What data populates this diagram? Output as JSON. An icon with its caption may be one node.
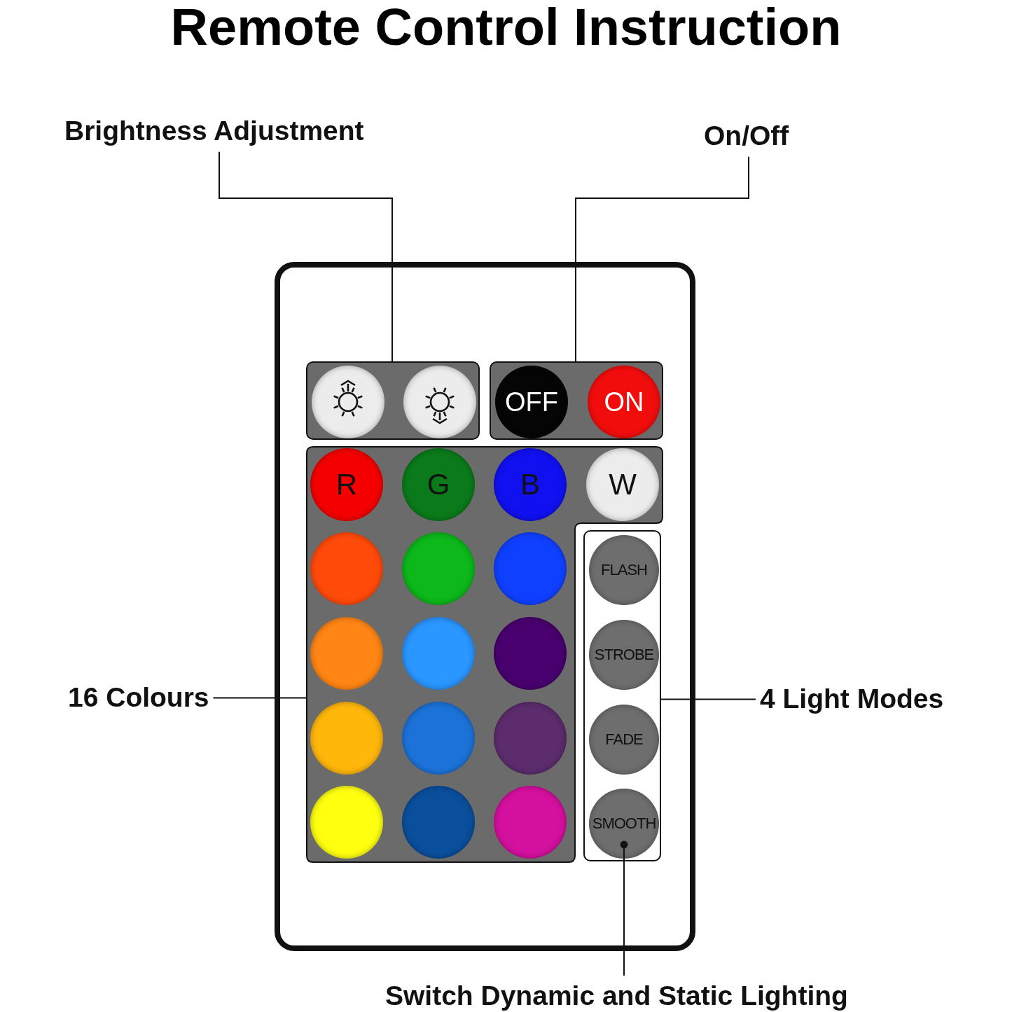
{
  "diagram": {
    "title": "Remote Control Instruction",
    "nodes": [
      {
        "text": [
          "Brightness Adjustment"
        ]
      },
      {
        "text": [
          "On/Off"
        ]
      },
      {
        "text": [],
        "shape": "box"
      },
      {
        "text": [],
        "shape": "circle",
        "in": 2
      },
      {
        "text": [],
        "shape": "circle",
        "in": 2
      },
      {
        "text": [],
        "shape": "box"
      },
      {
        "text": [
          "OFF"
        ],
        "in": 5
      },
      {
        "text": [
          "ON"
        ],
        "in": 5
      },
      {
        "text": [],
        "shape": "box"
      },
      {
        "text": [
          "R"
        ],
        "in": 8
      },
      {
        "text": [
          "G"
        ],
        "in": 8
      },
      {
        "text": [
          "B"
        ],
        "in": 8
      },
      {
        "text": [
          "W"
        ],
        "in": 8
      },
      {
        "text": [],
        "shape": "circle",
        "in": 8
      },
      {
        "text": [],
        "shape": "circle",
        "in": 8
      },
      {
        "text": [],
        "shape": "circle",
        "in": 8
      },
      {
        "text": [],
        "shape": "circle",
        "in": 8
      },
      {
        "text": [],
        "shape": "circle",
        "in": 8
      },
      {
        "text": [],
        "shape": "circle",
        "in": 8
      },
      {
        "text": [],
        "shape": "circle",
        "in": 8
      },
      {
        "text": [],
        "shape": "circle",
        "in": 8
      },
      {
        "text": [],
        "shape": "circle",
        "in": 8
      },
      {
        "text": [],
        "shape": "circle",
        "in": 8
      },
      {
        "text": [],
        "shape": "circle",
        "in": 8
      },
      {
        "text": [],
        "shape": "circle",
        "in": 8
      },
      {
        "text": [
          "16 Colours"
        ]
      },
      {
        "text": [],
        "shape": "box"
      },
      {
        "text": [
          "FLASH"
        ],
        "in": 26
      },
      {
        "text": [
          "STROBE"
        ],
        "in": 26
      },
      {
        "text": [
          "FADE"
        ],
        "in": 26
      },
      {
        "text": [
          "SMOOTH"
        ],
        "in": 26
      },
      {
        "text": [
          "4 Light Modes"
        ]
      },
      {
        "text": [
          "Switch Dynamic and Static Lighting"
        ]
      }
    ],
    "edges": [
      {
        "from": 0,
        "to": 2,
        "arrow": "none"
      },
      {
        "from": 1,
        "to": 5,
        "arrow": "none"
      },
      {
        "from": 25,
        "to": 8,
        "arrow": "none"
      },
      {
        "from": 31,
        "to": 26,
        "arrow": "none"
      },
      {
        "from": 32,
        "to": 30,
        "arrow": "other"
      }
    ]
  }
}
